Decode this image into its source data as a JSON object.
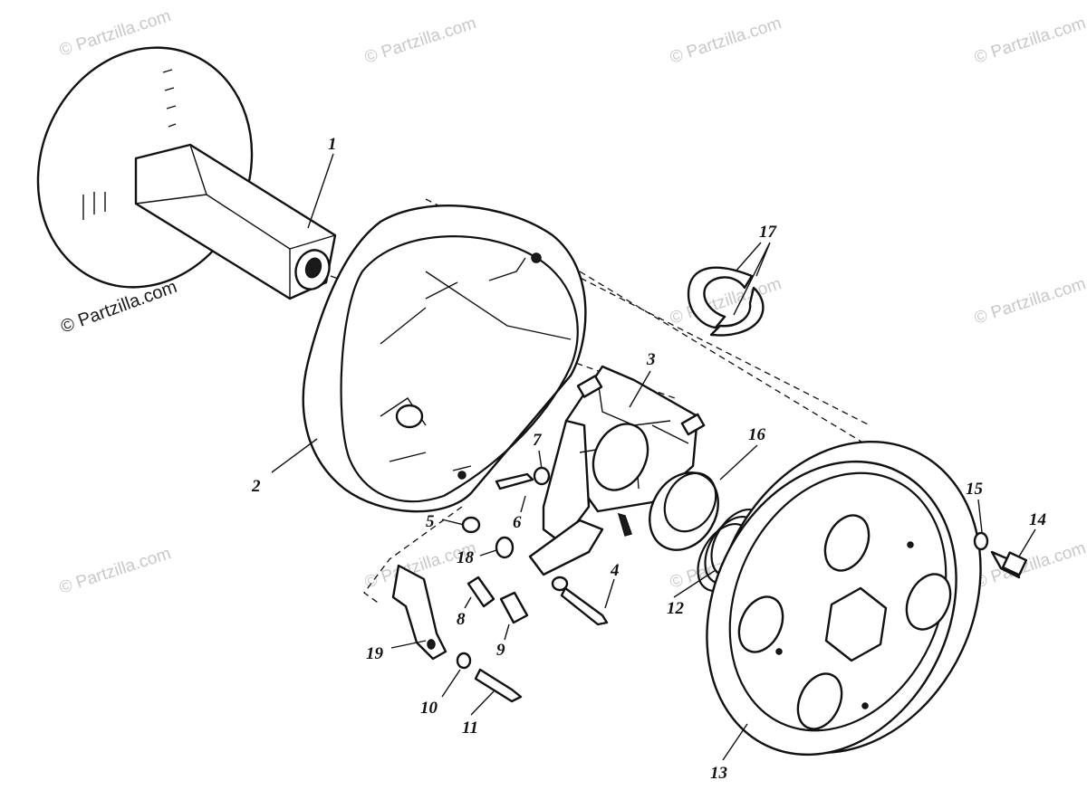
{
  "watermark": {
    "repeat_text": "© Partzilla.com",
    "main_text": "© Partzilla.com"
  },
  "callouts": [
    {
      "id": "1",
      "text": "1"
    },
    {
      "id": "2",
      "text": "2"
    },
    {
      "id": "3",
      "text": "3"
    },
    {
      "id": "4",
      "text": "4"
    },
    {
      "id": "5",
      "text": "5"
    },
    {
      "id": "6",
      "text": "6"
    },
    {
      "id": "7",
      "text": "7"
    },
    {
      "id": "8",
      "text": "8"
    },
    {
      "id": "9",
      "text": "9"
    },
    {
      "id": "10",
      "text": "10"
    },
    {
      "id": "11",
      "text": "11"
    },
    {
      "id": "12",
      "text": "12"
    },
    {
      "id": "13",
      "text": "13"
    },
    {
      "id": "14",
      "text": "14"
    },
    {
      "id": "15",
      "text": "15"
    },
    {
      "id": "16",
      "text": "16"
    },
    {
      "id": "17",
      "text": "17"
    },
    {
      "id": "18",
      "text": "18"
    },
    {
      "id": "19",
      "text": "19"
    }
  ]
}
